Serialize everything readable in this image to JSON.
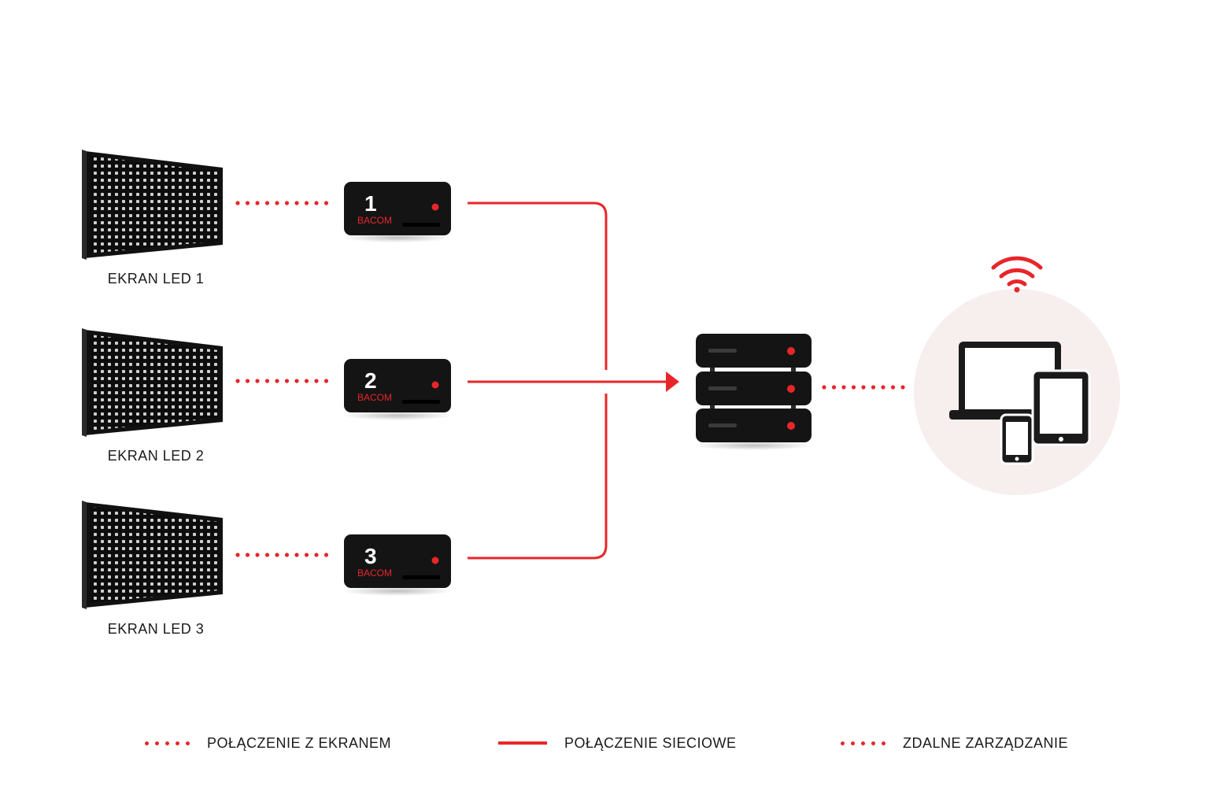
{
  "screens": [
    {
      "label": "EKRAN LED 1"
    },
    {
      "label": "EKRAN LED 2"
    },
    {
      "label": "EKRAN LED 3"
    }
  ],
  "controllers": [
    {
      "number": "1",
      "brand": "BACOM"
    },
    {
      "number": "2",
      "brand": "BACOM"
    },
    {
      "number": "3",
      "brand": "BACOM"
    }
  ],
  "icons": {
    "wifi": "wifi-icon",
    "laptop": "laptop-icon",
    "tablet": "tablet-icon",
    "phone": "smartphone-icon",
    "server": "server-icon"
  },
  "legend": {
    "screen_connection": "POŁĄCZENIE Z EKRANEM",
    "network_connection": "POŁĄCZENIE SIECIOWE",
    "remote_management": "ZDALNE ZARZĄDZANIE"
  },
  "colors": {
    "accent": "#e8262a",
    "device": "#141414",
    "circle_bg": "#f7eeee"
  }
}
